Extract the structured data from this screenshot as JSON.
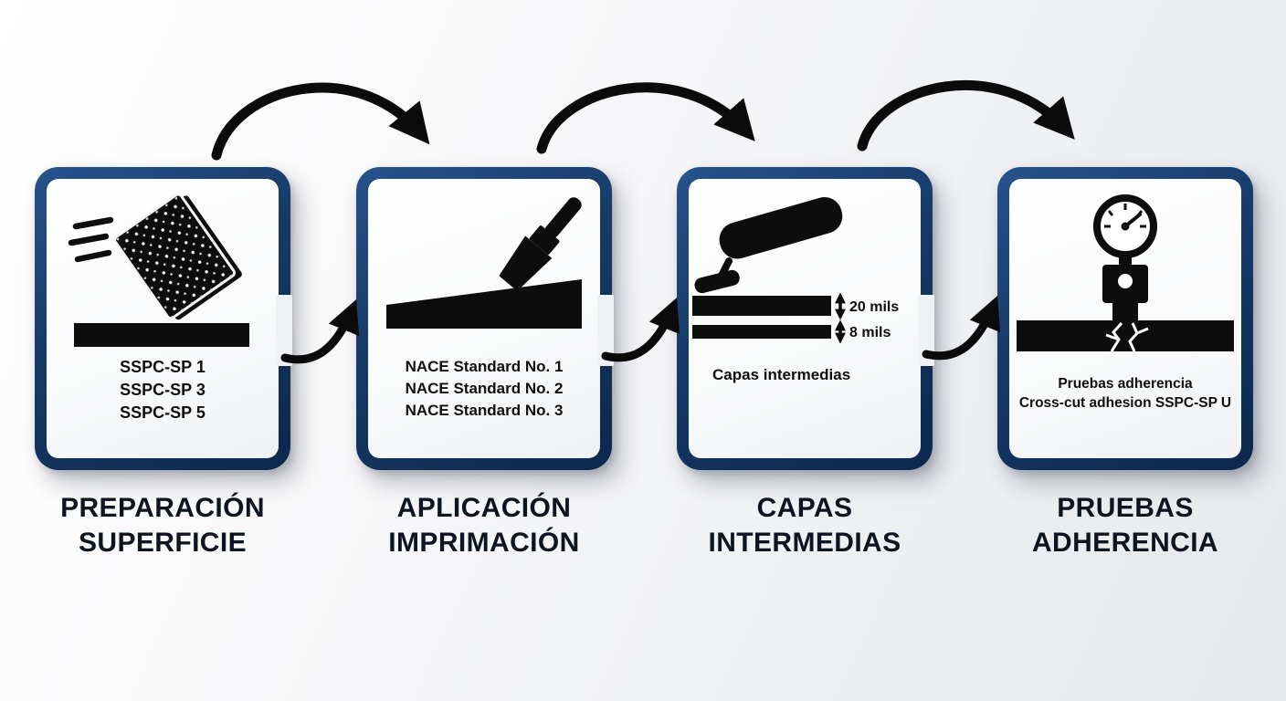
{
  "diagram": {
    "colors": {
      "card_border": "#163966",
      "ink": "#0c0c0c",
      "title_text": "#0d1522",
      "background": "#eceef1"
    },
    "steps": [
      {
        "icon": "sanding-block-icon",
        "title_line1": "PREPARACIÓN",
        "title_line2": "SUPERFICIE",
        "lines": [
          "SSPC-SP 1",
          "SSPC-SP 3",
          "SSPC-SP 5"
        ]
      },
      {
        "icon": "paint-brush-icon",
        "title_line1": "APLICACIÓN",
        "title_line2": "IMPRIMACIÓN",
        "lines": [
          "NACE Standard No. 1",
          "NACE Standard No. 2",
          "NACE Standard No. 3"
        ]
      },
      {
        "icon": "paint-roller-icon",
        "title_line1": "CAPAS",
        "title_line2": "INTERMEDIAS",
        "measurements": [
          "20 mils",
          "8 mils"
        ],
        "lines": [
          "Capas intermedias"
        ]
      },
      {
        "icon": "adhesion-gauge-icon",
        "title_line1": "PRUEBAS",
        "title_line2": "ADHERENCIA",
        "lines": [
          "Pruebas adherencia",
          "Cross-cut adhesion SSPC-SP U"
        ]
      }
    ]
  }
}
